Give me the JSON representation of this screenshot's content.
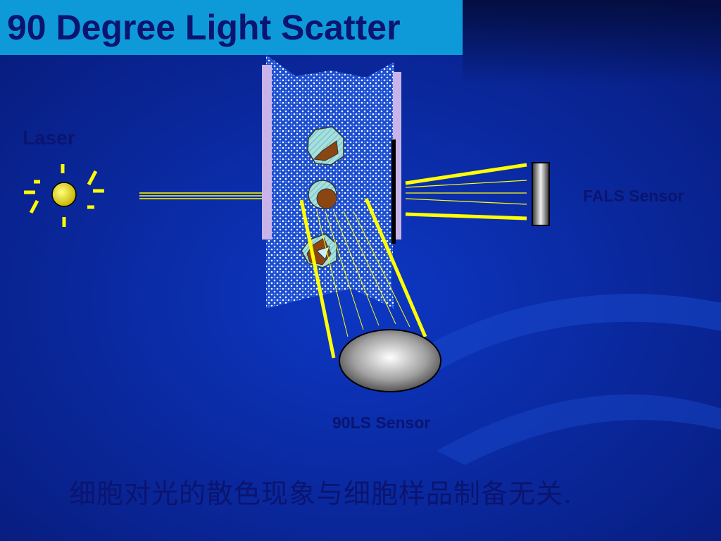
{
  "slide": {
    "title": "90 Degree Light Scatter",
    "labels": {
      "laser": "Laser",
      "fals_sensor": "FALS Sensor",
      "ls90_sensor": "90LS Sensor"
    },
    "caption": "细胞对光的散色现象与细胞样品制备无关."
  },
  "colors": {
    "background": "#0b2ea8",
    "title_box": "#0e9ad8",
    "text": "#0b1470",
    "light": "#ffff00",
    "flow_cell_edge": "#c8b4e8",
    "cell_fill": "#9ed8d8",
    "nucleus": "#8b4513"
  },
  "icons": {
    "laser_source": "light-bulb-icon",
    "fals_detector": "rectangular-sensor-icon",
    "ls90_detector": "lens-sensor-icon"
  }
}
